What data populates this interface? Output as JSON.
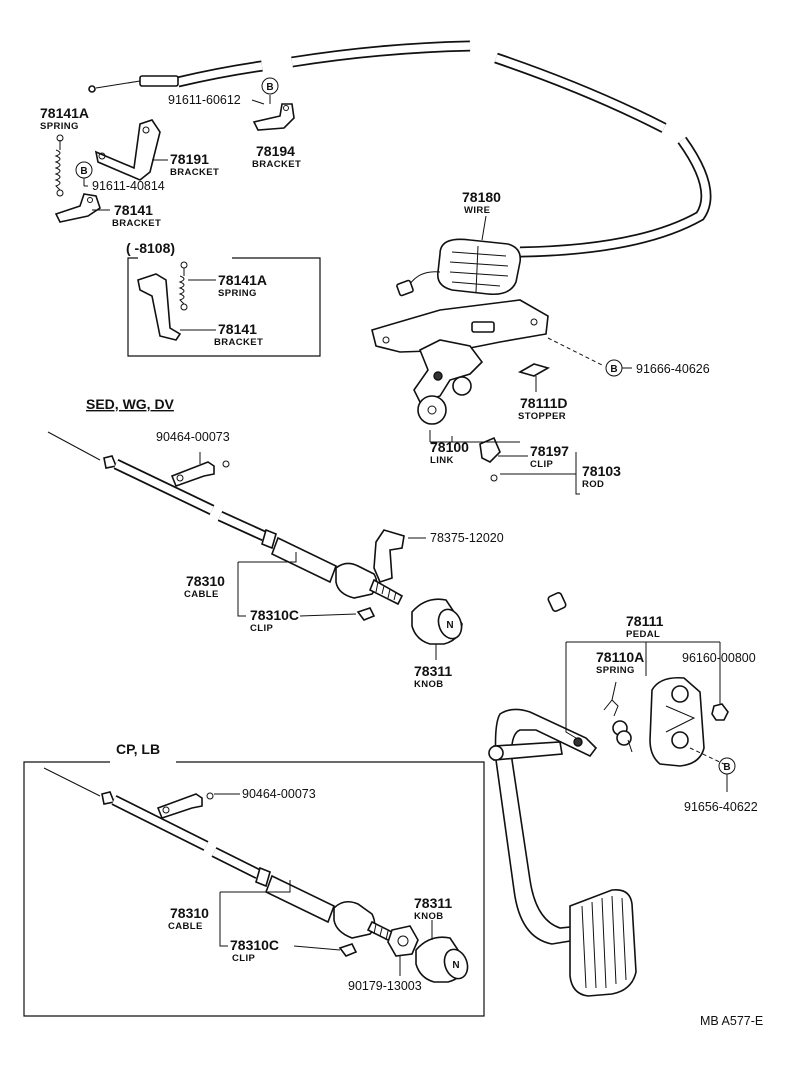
{
  "sections": {
    "sed_wg_dv": "SED, WG, DV",
    "cp_lb": "CP, LB",
    "date_range": "(     -8108)"
  },
  "labels": {
    "spring_78141A_top": {
      "num": "78141A",
      "sub": "SPRING"
    },
    "pn_91611_60612": "91611-60612",
    "bracket_78194": {
      "num": "78194",
      "sub": "BRACKET"
    },
    "bracket_78191": {
      "num": "78191",
      "sub": "BRACKET"
    },
    "pn_91611_40814": "91611-40814",
    "bracket_78141_top": {
      "num": "78141",
      "sub": "BRACKET"
    },
    "spring_78141A_box": {
      "num": "78141A",
      "sub": "SPRING"
    },
    "bracket_78141_box": {
      "num": "78141",
      "sub": "BRACKET"
    },
    "wire_78180": {
      "num": "78180",
      "sub": "WIRE"
    },
    "pn_91666_40626": "91666-40626",
    "stopper_78111D": {
      "num": "78111D",
      "sub": "STOPPER"
    },
    "link_78100": {
      "num": "78100",
      "sub": "LINK"
    },
    "clip_78197": {
      "num": "78197",
      "sub": "CLIP"
    },
    "rod_78103": {
      "num": "78103",
      "sub": "ROD"
    },
    "pn_90464_00073_a": "90464-00073",
    "pn_78375_12020": "78375-12020",
    "cable_78310_a": {
      "num": "78310",
      "sub": "CABLE"
    },
    "clip_78310C_a": {
      "num": "78310C",
      "sub": "CLIP"
    },
    "knob_78311_a": {
      "num": "78311",
      "sub": "KNOB"
    },
    "pedal_78111": {
      "num": "78111",
      "sub": "PEDAL"
    },
    "spring_78110A": {
      "num": "78110A",
      "sub": "SPRING"
    },
    "pn_96160_00800": "96160-00800",
    "pn_91656_40622": "91656-40622",
    "pn_90464_00073_b": "90464-00073",
    "cable_78310_b": {
      "num": "78310",
      "sub": "CABLE"
    },
    "clip_78310C_b": {
      "num": "78310C",
      "sub": "CLIP"
    },
    "knob_78311_b": {
      "num": "78311",
      "sub": "KNOB"
    },
    "pn_90179_13003": "90179-13003"
  },
  "callout_letter": "B",
  "drawing_code": "MB A577-E"
}
